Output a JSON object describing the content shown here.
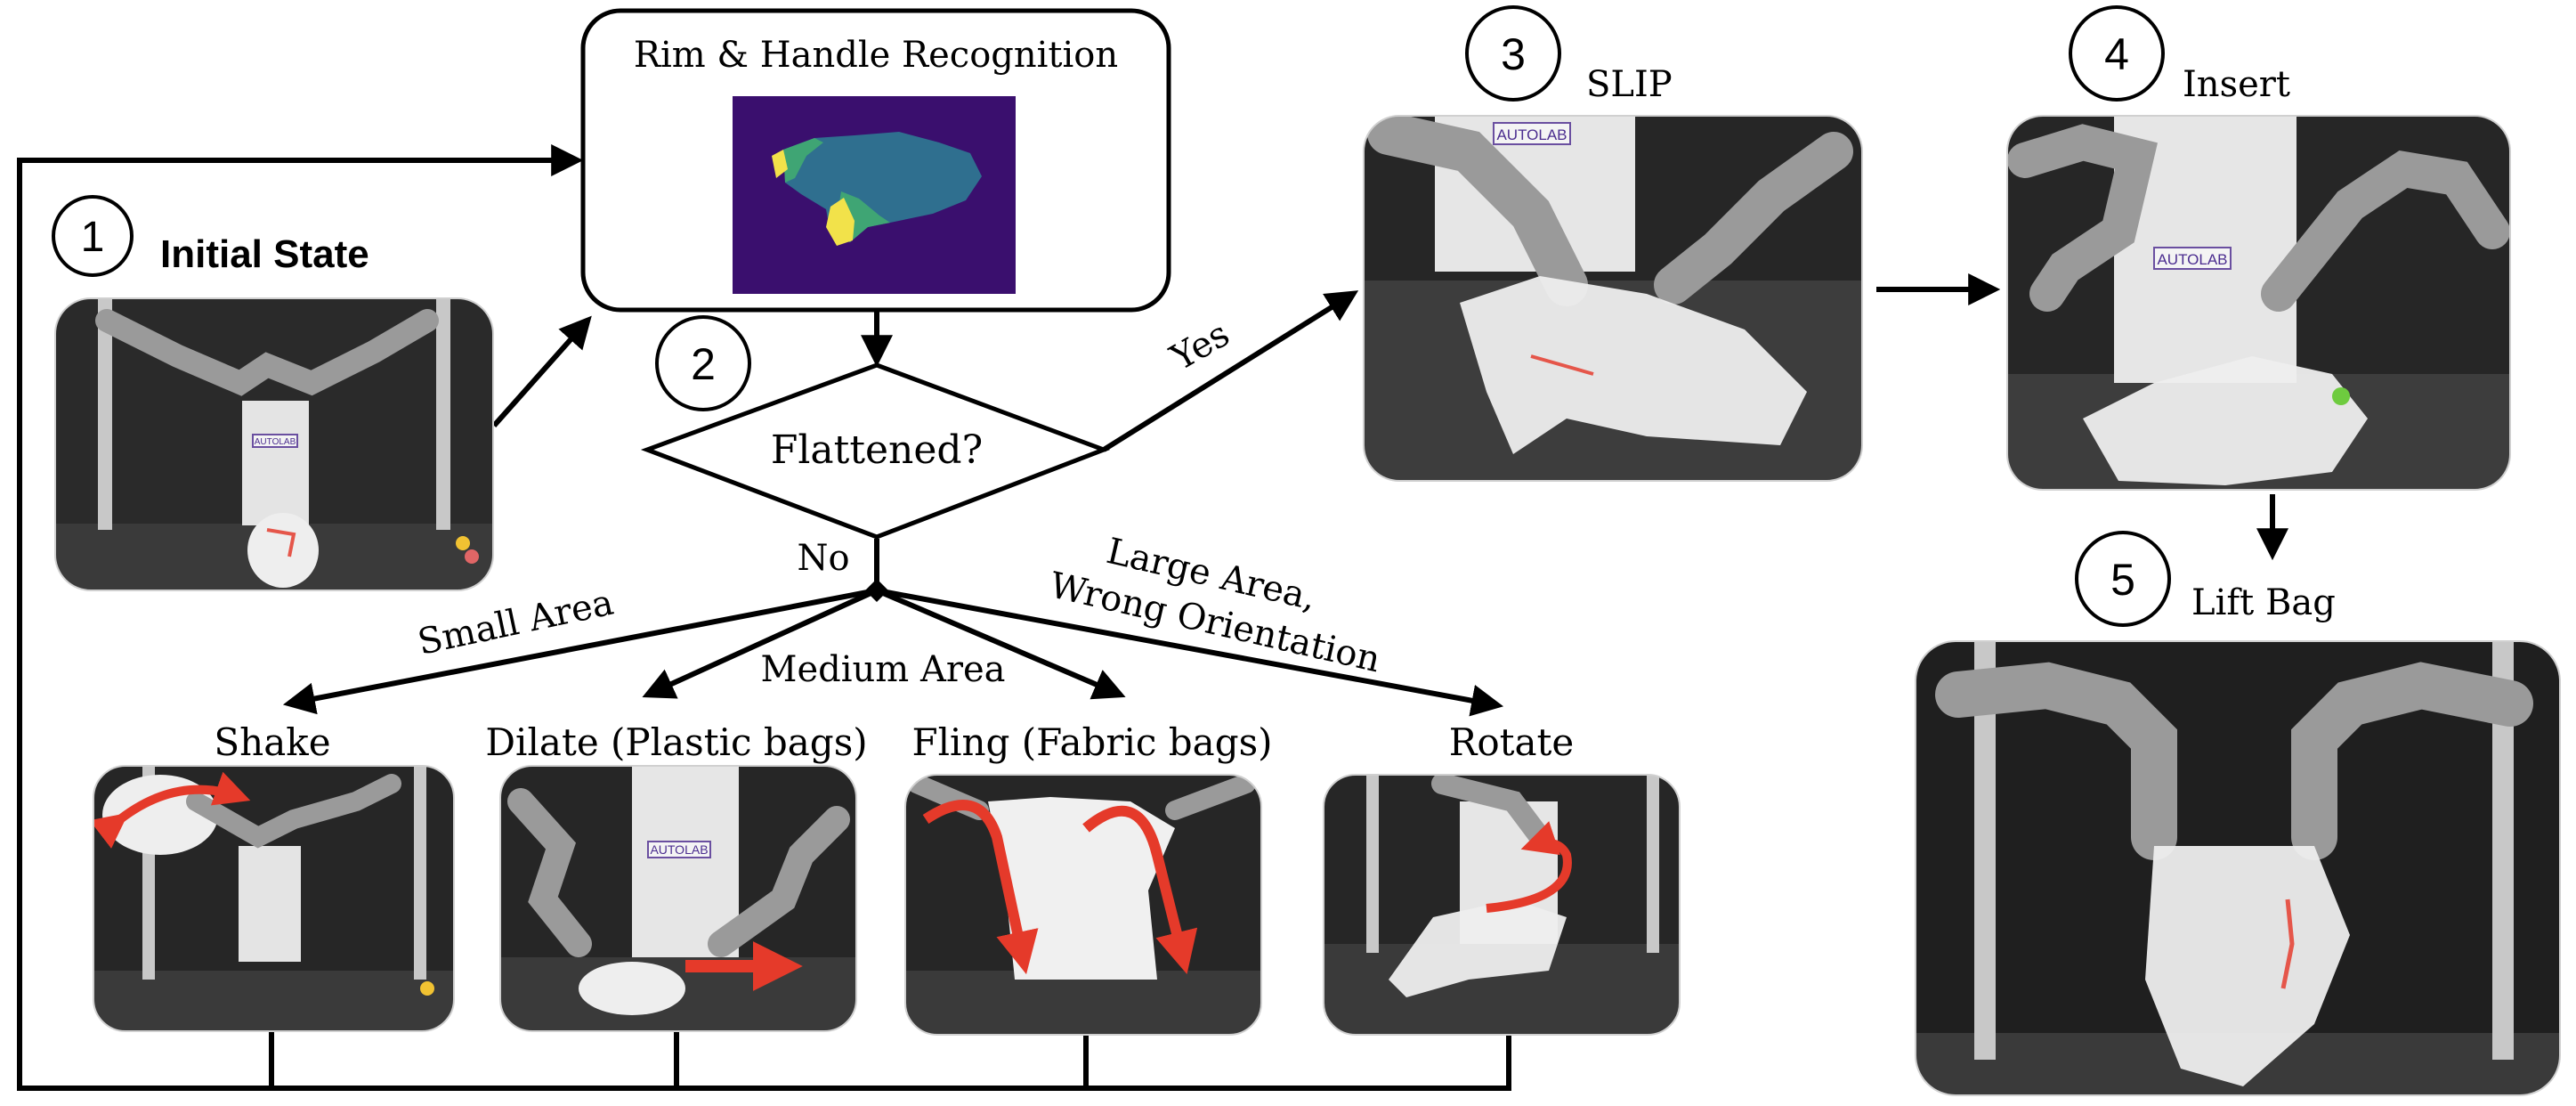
{
  "colors": {
    "arrow": "#000000",
    "motion_arrow": "#e53a2a",
    "seg_background": "#3a0f6e",
    "seg_bag": "#2f6f8f",
    "seg_rim": "#3fa574",
    "seg_handle": "#f2e24a",
    "photo_dark": "#2b2b2b",
    "robot_grey": "#9a9a9a",
    "bag_white": "#eeeeee"
  },
  "steps": {
    "s1": {
      "number": "1",
      "label": "Initial State"
    },
    "s2": {
      "number": "2",
      "recognition_label": "Rim & Handle Recognition",
      "decision": "Flattened?"
    },
    "s3": {
      "number": "3",
      "label": "SLIP"
    },
    "s4": {
      "number": "4",
      "label": "Insert"
    },
    "s5": {
      "number": "5",
      "label": "Lift Bag"
    }
  },
  "branches": {
    "yes": "Yes",
    "no": "No",
    "small": "Small Area",
    "medium": "Medium Area",
    "large_line1": "Large Area,",
    "large_line2": "Wrong Orientation"
  },
  "actions": {
    "shake": "Shake",
    "dilate": "Dilate (Plastic bags)",
    "fling": "Fling (Fabric bags)",
    "rotate": "Rotate"
  },
  "photo_text": {
    "brand": "AUTOLAB"
  }
}
